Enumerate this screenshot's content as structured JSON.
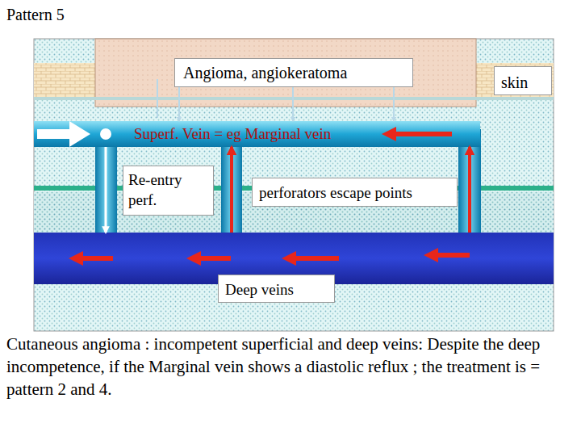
{
  "diagram": {
    "title": "Pattern 5",
    "caption": "Cutaneous angioma : incompetent superficial and deep veins: Despite the deep incompetence, if the Marginal vein shows a diastolic reflux ; the treatment is = pattern 2 and 4.",
    "nodes": [
      {
        "text": [
          "Angioma, angiokeratoma"
        ]
      },
      {
        "text": [
          "skin"
        ]
      },
      {
        "text": [
          "Superf. Vein = eg Marginal vein"
        ]
      },
      {
        "text": [
          "Re-entry perf."
        ]
      },
      {
        "text": [
          "perforators escape points"
        ]
      },
      {
        "text": [
          "Deep veins"
        ]
      }
    ],
    "edges": [
      {
        "from": 0,
        "to": 2,
        "arrow": "to"
      },
      {
        "from": 0,
        "to": 2,
        "arrow": "to"
      },
      {
        "from": 0,
        "to": 2,
        "arrow": "to"
      },
      {
        "from": 2,
        "to": 5,
        "arrow": "to"
      },
      {
        "from": 5,
        "to": 2,
        "arrow": "to"
      },
      {
        "from": 5,
        "to": 2,
        "arrow": "to"
      }
    ]
  }
}
